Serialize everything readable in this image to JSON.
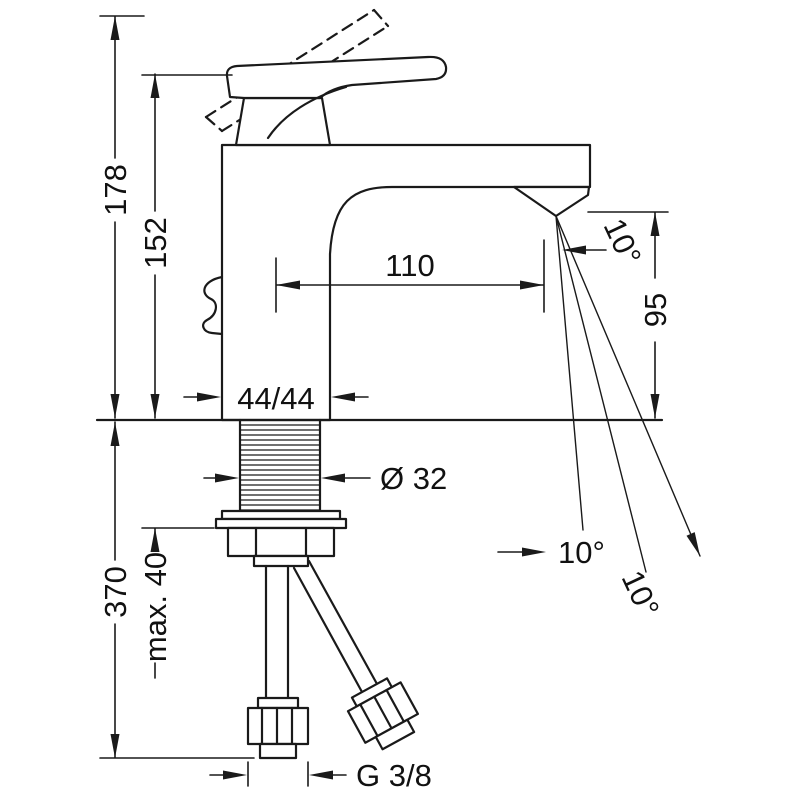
{
  "drawing": {
    "colors": {
      "line": "#1a1a1a",
      "background": "#ffffff"
    },
    "dims": {
      "total_height": "178",
      "upper_height": "152",
      "spout_reach": "110",
      "outlet_height": "95",
      "angle_top": "10°",
      "body_section": "44/44",
      "shank_diameter": "Ø 32",
      "below_deck_depth": "370",
      "max_mounting_thickness": "max. 40",
      "angle_mid": "10°",
      "angle_bottom": "10°",
      "hose_thread": "G 3/8"
    }
  }
}
